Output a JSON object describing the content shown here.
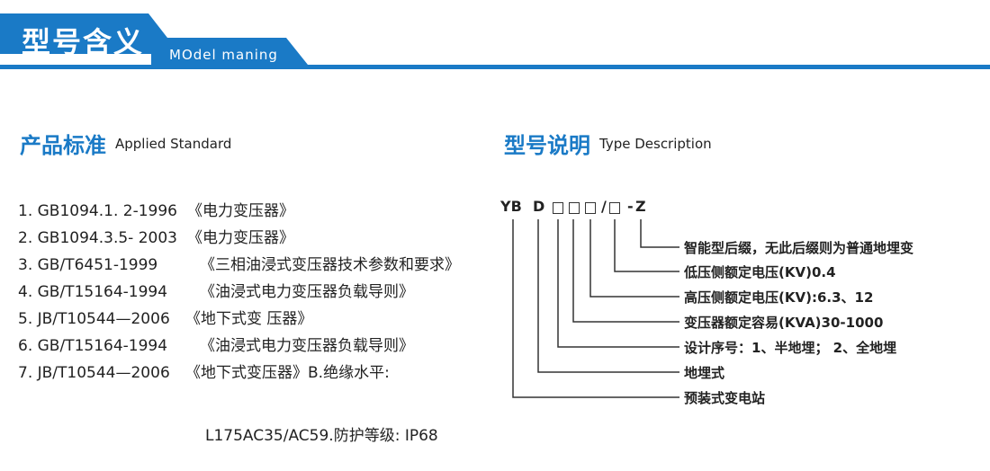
{
  "banner": {
    "title": "型号含义",
    "subtitle": "MOdel maning",
    "color": "#1a7ac6"
  },
  "standards": {
    "heading_cn": "产品标准",
    "heading_en": "Applied Standard",
    "items": [
      {
        "num": "1. GB1094.1. 2-1996",
        "title": "《电力变压器》"
      },
      {
        "num": "2. GB1094.3.5- 2003",
        "title": "《电力变压器》"
      },
      {
        "num": "3. GB/T6451-1999",
        "title": "《三相油浸式变压器技术参数和要求》"
      },
      {
        "num": "4. GB/T15164-1994",
        "title": "《油浸式电力变压器负载导则》"
      },
      {
        "num": "5. JB/T10544—2006",
        "title": "《地下式变 压器》"
      },
      {
        "num": "6. GB/T15164-1994",
        "title": "《油浸式电力变压器负载导则》"
      },
      {
        "num": "7. JB/T10544—2006",
        "title": "《地下式变压器》B.绝缘水平:"
      }
    ],
    "continuation": "L175AC35/AC59.防护等级: IP68"
  },
  "type_desc": {
    "heading_cn": "型号说明",
    "heading_en": "Type Description",
    "code": {
      "yb": "YB",
      "d": "D",
      "slash": "/",
      "dash": "-",
      "z": "Z"
    },
    "descriptions": [
      "智能型后缀，无此后缀则为普通地埋变",
      "低压侧额定电压(KV)0.4",
      "高压侧额定电压(KV):6.3、12",
      "变压器额定容易(KVA)30-1000",
      "设计序号：1、半地埋； 2、全地埋",
      "地埋式",
      "预装式变电站"
    ]
  }
}
